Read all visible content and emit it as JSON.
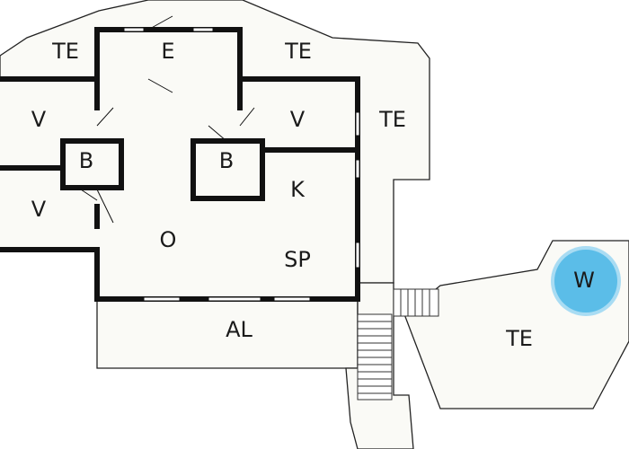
{
  "floor_plan": {
    "rooms": [
      {
        "id": "terrace-nw",
        "label": "TE"
      },
      {
        "id": "entrance",
        "label": "E"
      },
      {
        "id": "terrace-n",
        "label": "TE"
      },
      {
        "id": "terrace-ne",
        "label": "TE"
      },
      {
        "id": "bedroom-1",
        "label": "V"
      },
      {
        "id": "bedroom-2",
        "label": "V"
      },
      {
        "id": "bedroom-3",
        "label": "V"
      },
      {
        "id": "bathroom-1",
        "label": "B"
      },
      {
        "id": "bathroom-2",
        "label": "B"
      },
      {
        "id": "kitchen",
        "label": "K"
      },
      {
        "id": "living-room",
        "label": "O"
      },
      {
        "id": "dining-area",
        "label": "SP"
      },
      {
        "id": "covered-terrace",
        "label": "AL"
      },
      {
        "id": "terrace-pool",
        "label": "TE"
      },
      {
        "id": "whirlpool",
        "label": "W"
      }
    ],
    "colors": {
      "background": "#ffffff",
      "deck": "#fafaf6",
      "walls": "#111111",
      "whirlpool_fill": "#5bbde8",
      "whirlpool_ring": "#a9dcf3"
    }
  }
}
